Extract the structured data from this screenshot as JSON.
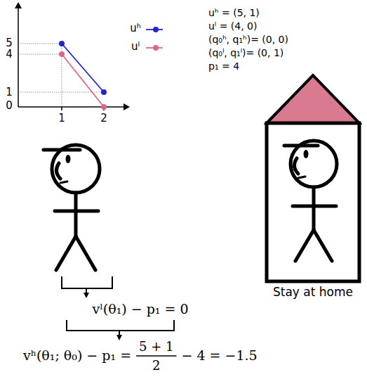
{
  "diagram": {
    "nodes": [
      {
        "text": [
          "Stay at home"
        ]
      }
    ],
    "edges": [],
    "labels": [
      "5",
      "4",
      "1",
      "0",
      "1",
      "2",
      "uʰ = (5, 1)",
      "uˡ = (4, 0)",
      "(q₀ʰ, q₁ʰ)= (0, 0)",
      "(q₀ˡ, q₁ˡ)= (0, 1)",
      "p₁ = 4",
      "vˡ(θ₁) − p₁ = 0",
      "vʰ(θ₁; θ₀) − p₁ =",
      "5 + 1",
      "2",
      "− 4 = −1.5"
    ],
    "legend": [
      {
        "text": "uʰ"
      },
      {
        "text": "uˡ"
      }
    ]
  }
}
